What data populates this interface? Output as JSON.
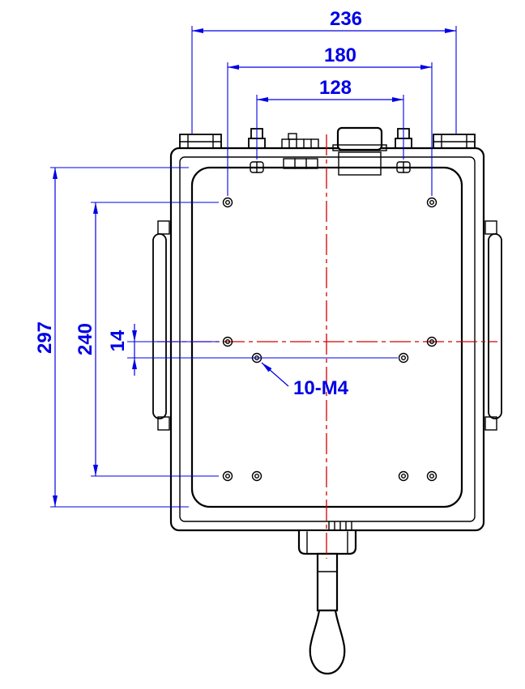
{
  "drawing": {
    "dimension_labels": {
      "top_overall": "236",
      "top_middle": "180",
      "top_inner": "128",
      "left_overall": "297",
      "left_middle": "240",
      "left_offset": "14"
    },
    "callouts": {
      "holes": "10-M4"
    },
    "colors": {
      "dimension": "#0000e6",
      "centerline": "#d40000",
      "outline": "#000000",
      "background": "#ffffff"
    }
  }
}
